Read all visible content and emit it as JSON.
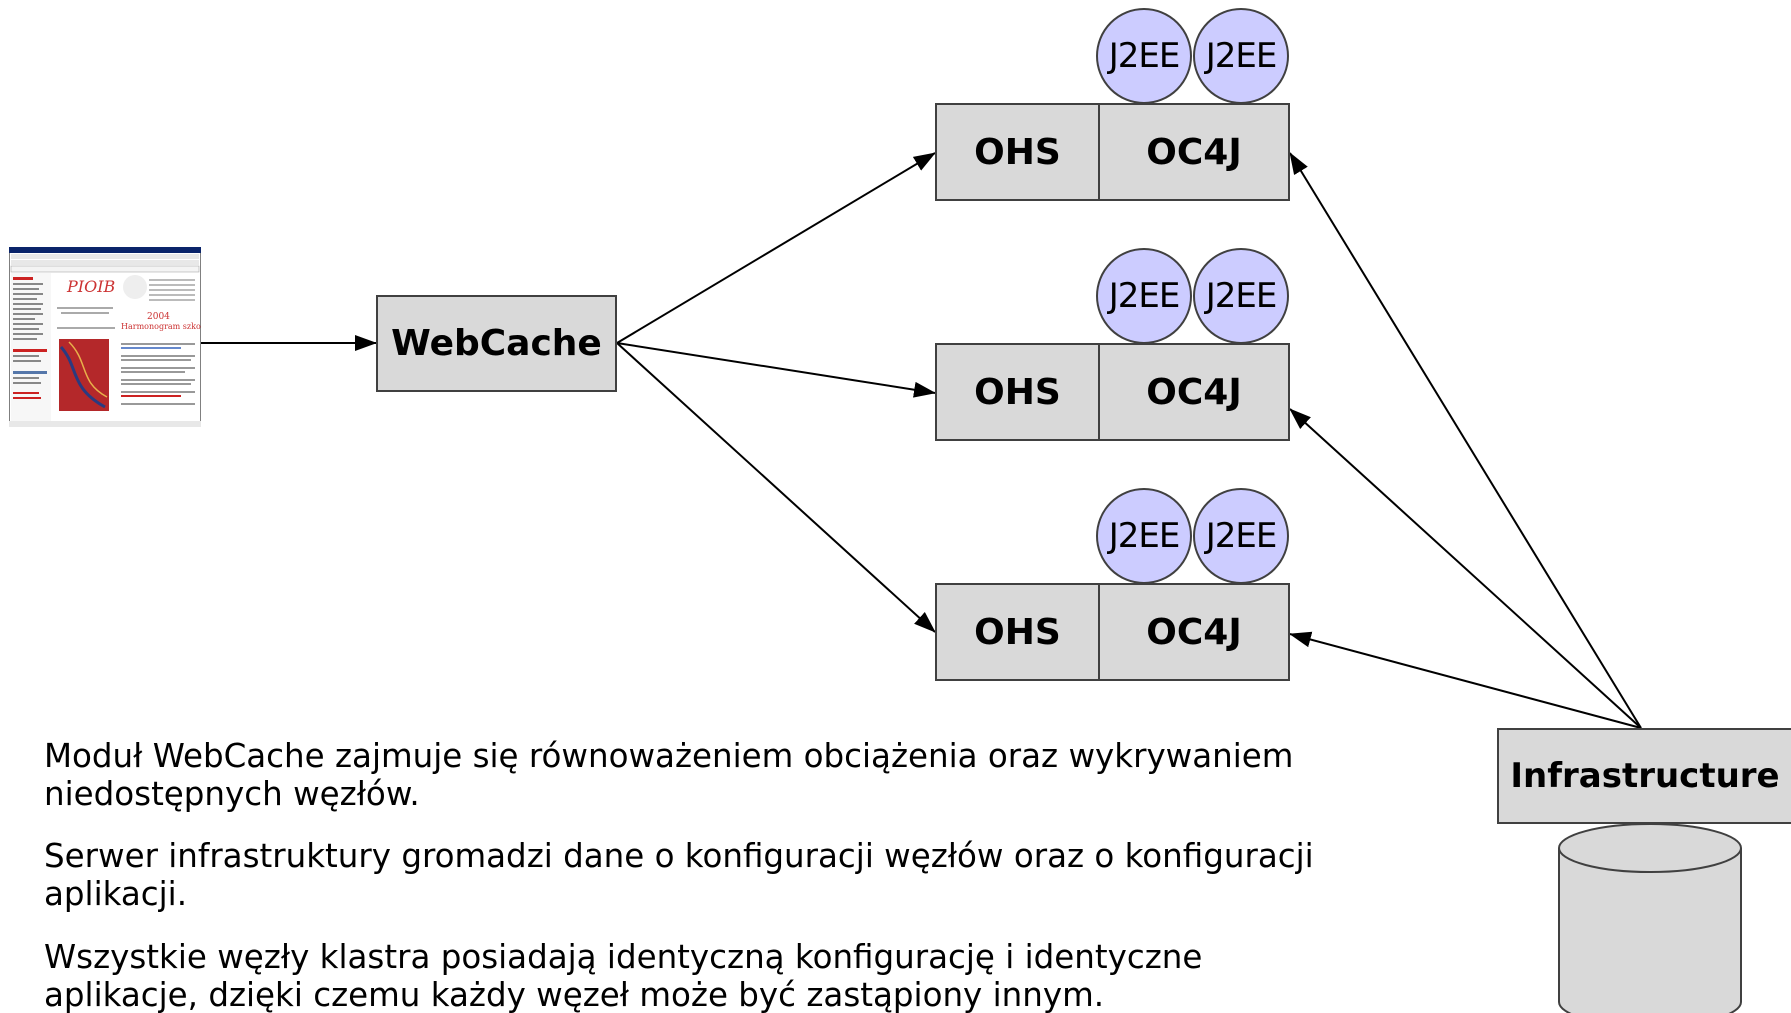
{
  "diagram": {
    "webcache": {
      "label": "WebCache"
    },
    "nodes": [
      {
        "ohs": "OHS",
        "oc4j": "OC4J",
        "apps": [
          "J2EE",
          "J2EE"
        ]
      },
      {
        "ohs": "OHS",
        "oc4j": "OC4J",
        "apps": [
          "J2EE",
          "J2EE"
        ]
      },
      {
        "ohs": "OHS",
        "oc4j": "OC4J",
        "apps": [
          "J2EE",
          "J2EE"
        ]
      }
    ],
    "infrastructure": {
      "label": "Infrastructure"
    },
    "database": {
      "icon": "database-icon"
    },
    "client": {
      "icon": "browser-window-icon"
    },
    "colors": {
      "box_fill": "#d9d9d9",
      "circle_fill": "#ccccff",
      "stroke": "#404040",
      "browser_accent": "#cc2222"
    }
  },
  "text": {
    "paragraphs": [
      {
        "lines": [
          "Moduł WebCache zajmuje się równoważeniem obciążenia oraz wykrywaniem",
          "niedostępnych węzłów."
        ]
      },
      {
        "lines": [
          "Serwer infrastruktury gromadzi dane o konfiguracji węzłów oraz o konfiguracji",
          "aplikacji."
        ]
      },
      {
        "lines": [
          "Wszystkie węzły klastra posiadają identyczną konfigurację i identyczne",
          "aplikacje, dzięki czemu każdy węzeł może być zastąpiony innym."
        ]
      }
    ]
  }
}
